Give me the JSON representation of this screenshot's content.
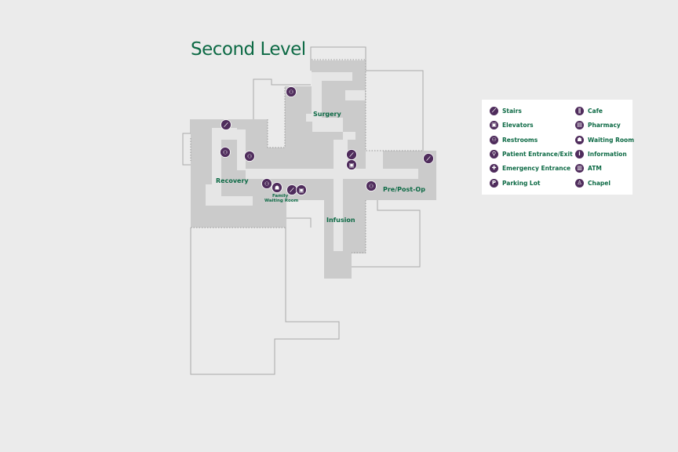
{
  "title": "Second Level",
  "areas": {
    "surgery": "Surgery",
    "recovery": "Recovery",
    "family_waiting_1": "Family",
    "family_waiting_2": "Waiting Room",
    "infusion": "Infusion",
    "prepost": "Pre/Post-Op"
  },
  "glyphs": {
    "stairs": "⟋",
    "elevators": "▣",
    "restrooms": "⚇",
    "patient": "⚲",
    "emergency": "✚",
    "parking": "P",
    "cafe": "∥",
    "pharmacy": "▤",
    "waiting": "☗",
    "information": "i",
    "atm": "▥",
    "chapel": "♙"
  },
  "legend": {
    "left": [
      "Stairs",
      "Elevators",
      "Restrooms",
      "Patient Entrance/Exit",
      "Emergency Entrance",
      "Parking Lot"
    ],
    "right": [
      "Cafe",
      "Pharmacy",
      "Waiting Room",
      "Information",
      "ATM",
      "Chapel"
    ]
  },
  "colors": {
    "accent_green": "#0d6a45",
    "icon_purple": "#4f2c5c",
    "floor_gray": "#cbcbcb"
  }
}
